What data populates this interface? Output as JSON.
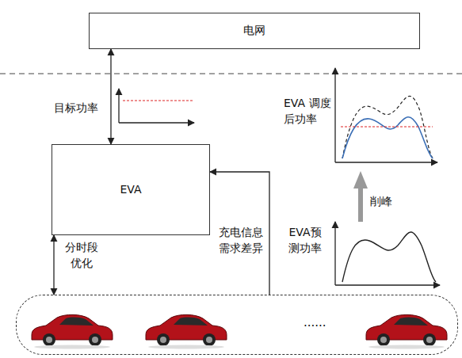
{
  "diagram": {
    "nodes": [
      {
        "text": [
          "电网"
        ]
      },
      {
        "text": [
          "EVA"
        ]
      },
      {
        "text": [
          "......"
        ]
      }
    ],
    "edges": [
      {
        "from": 0,
        "to": 1,
        "arrow": "both",
        "label": "目标功率"
      },
      {
        "from": 1,
        "to": 2,
        "arrow": "both",
        "label": "分时段 优化"
      },
      {
        "from": 2,
        "to": 1,
        "arrow": "to",
        "label": "充电信息 需求差异"
      }
    ],
    "labels": [
      "EVA 调度 后功率",
      "削峰",
      "EVA预 测功率"
    ]
  }
}
